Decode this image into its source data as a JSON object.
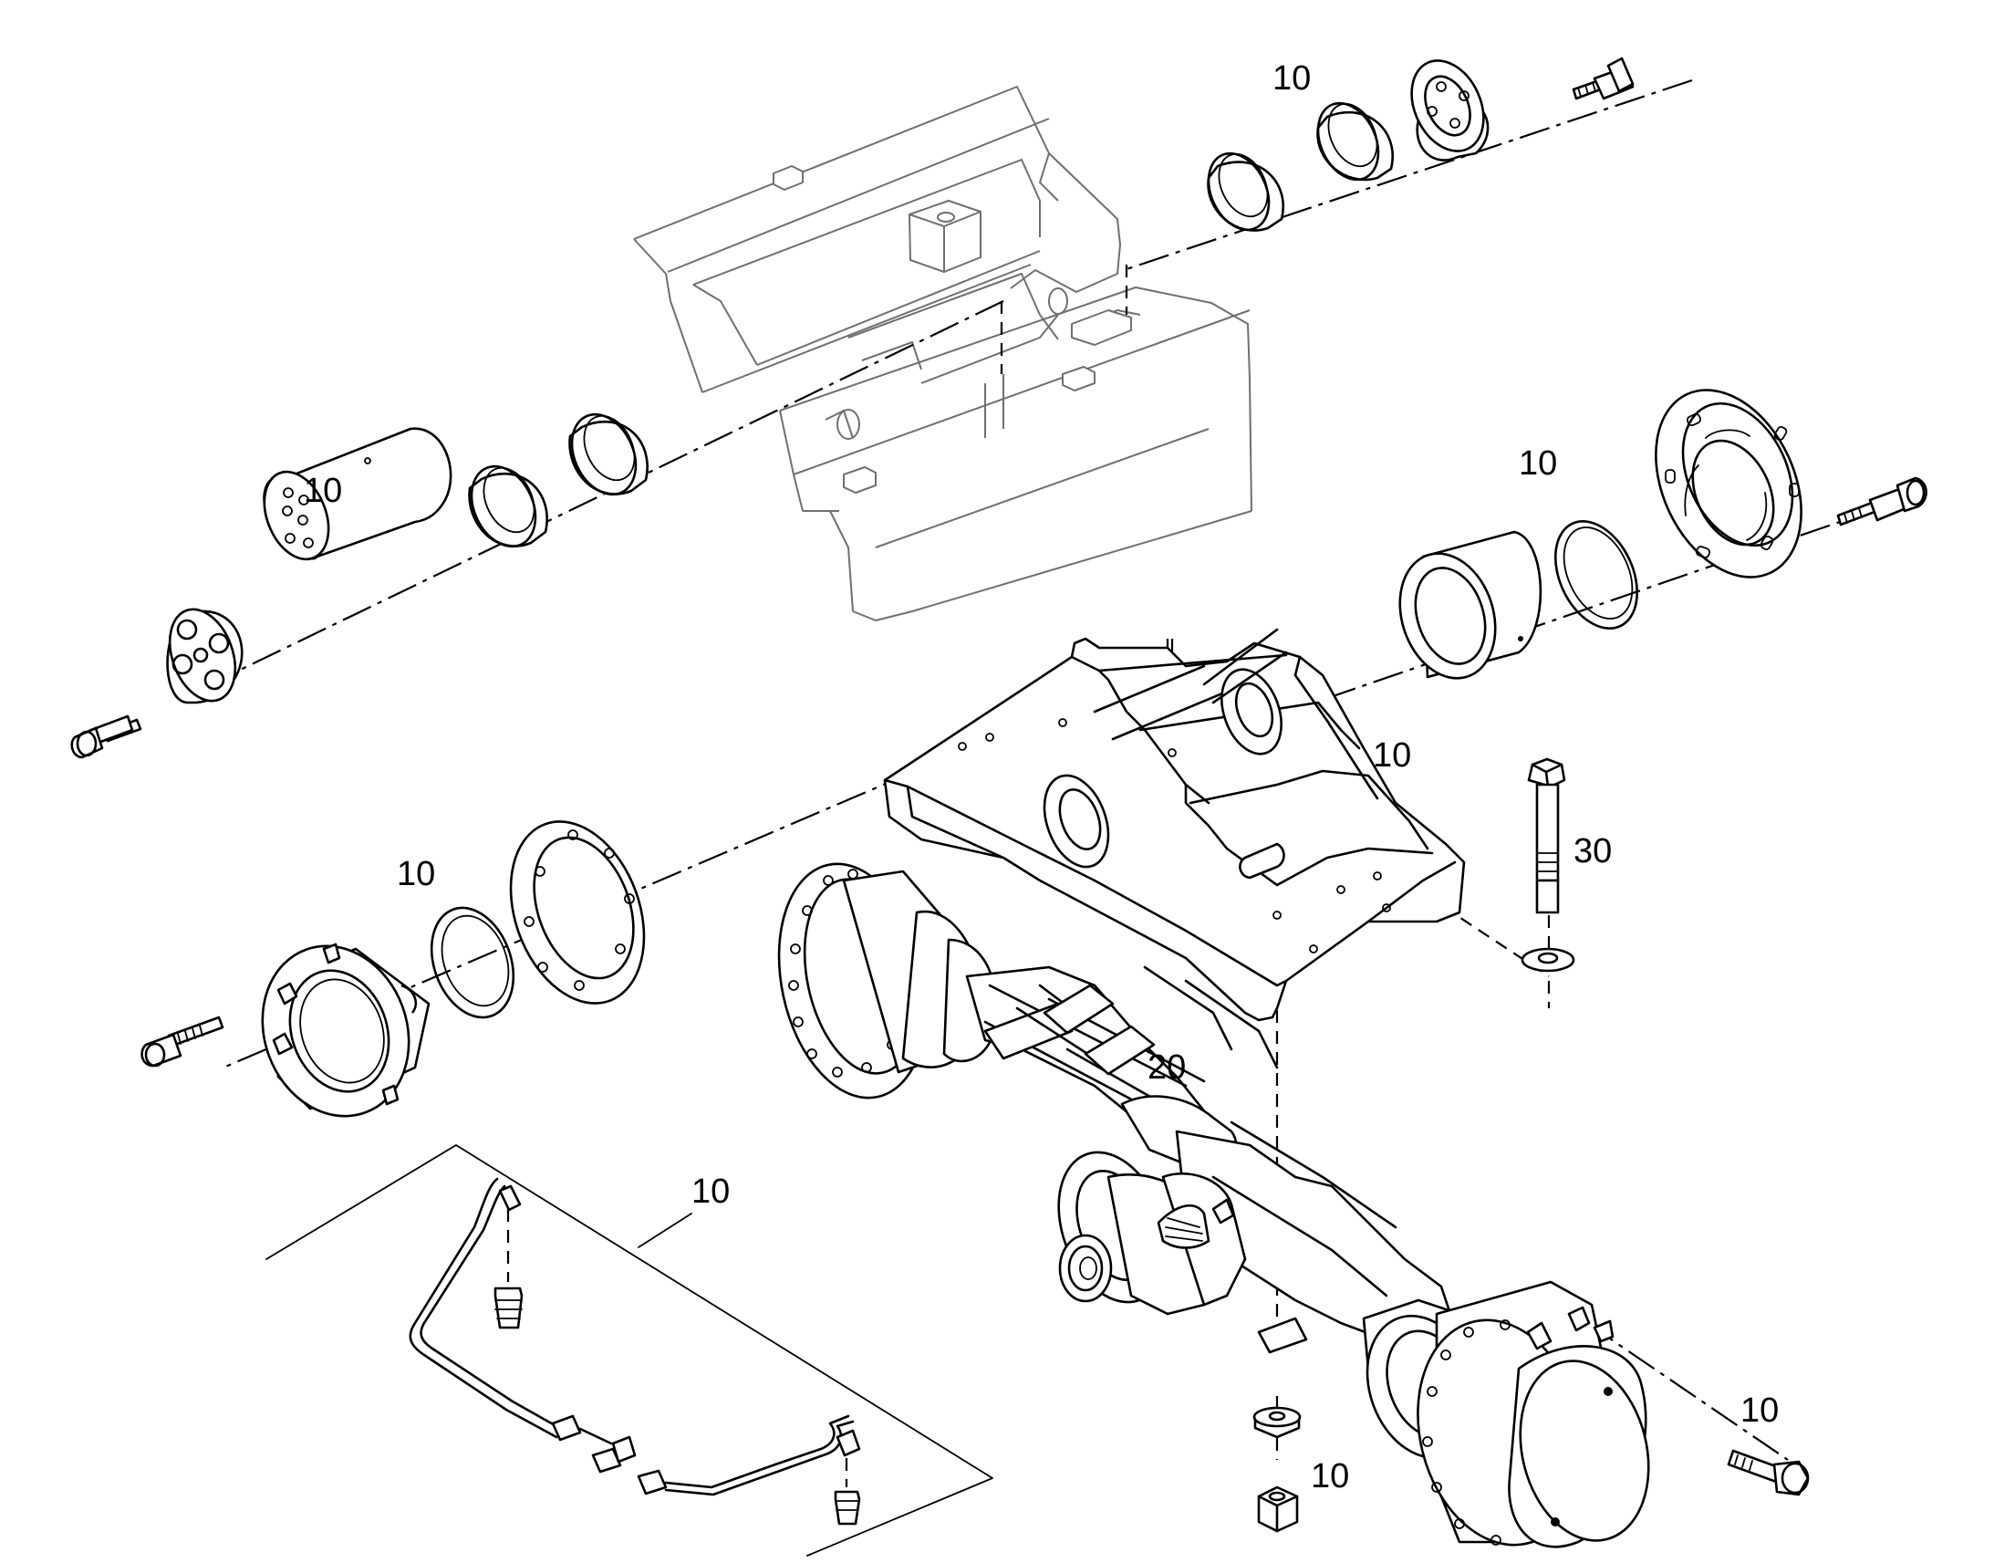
{
  "callouts": [
    {
      "id": "frame-top-bushing-set",
      "label": "10"
    },
    {
      "id": "left-pin-bushing-set",
      "label": "10"
    },
    {
      "id": "right-bearing-set",
      "label": "10"
    },
    {
      "id": "axle-cradle",
      "label": "10"
    },
    {
      "id": "mount-bolt",
      "label": "30"
    },
    {
      "id": "left-flange-set",
      "label": "10"
    },
    {
      "id": "axle-housing",
      "label": "20"
    },
    {
      "id": "brake-lines",
      "label": "10"
    },
    {
      "id": "wheel-end-bolt",
      "label": "10"
    },
    {
      "id": "washer-nut",
      "label": "10"
    }
  ]
}
